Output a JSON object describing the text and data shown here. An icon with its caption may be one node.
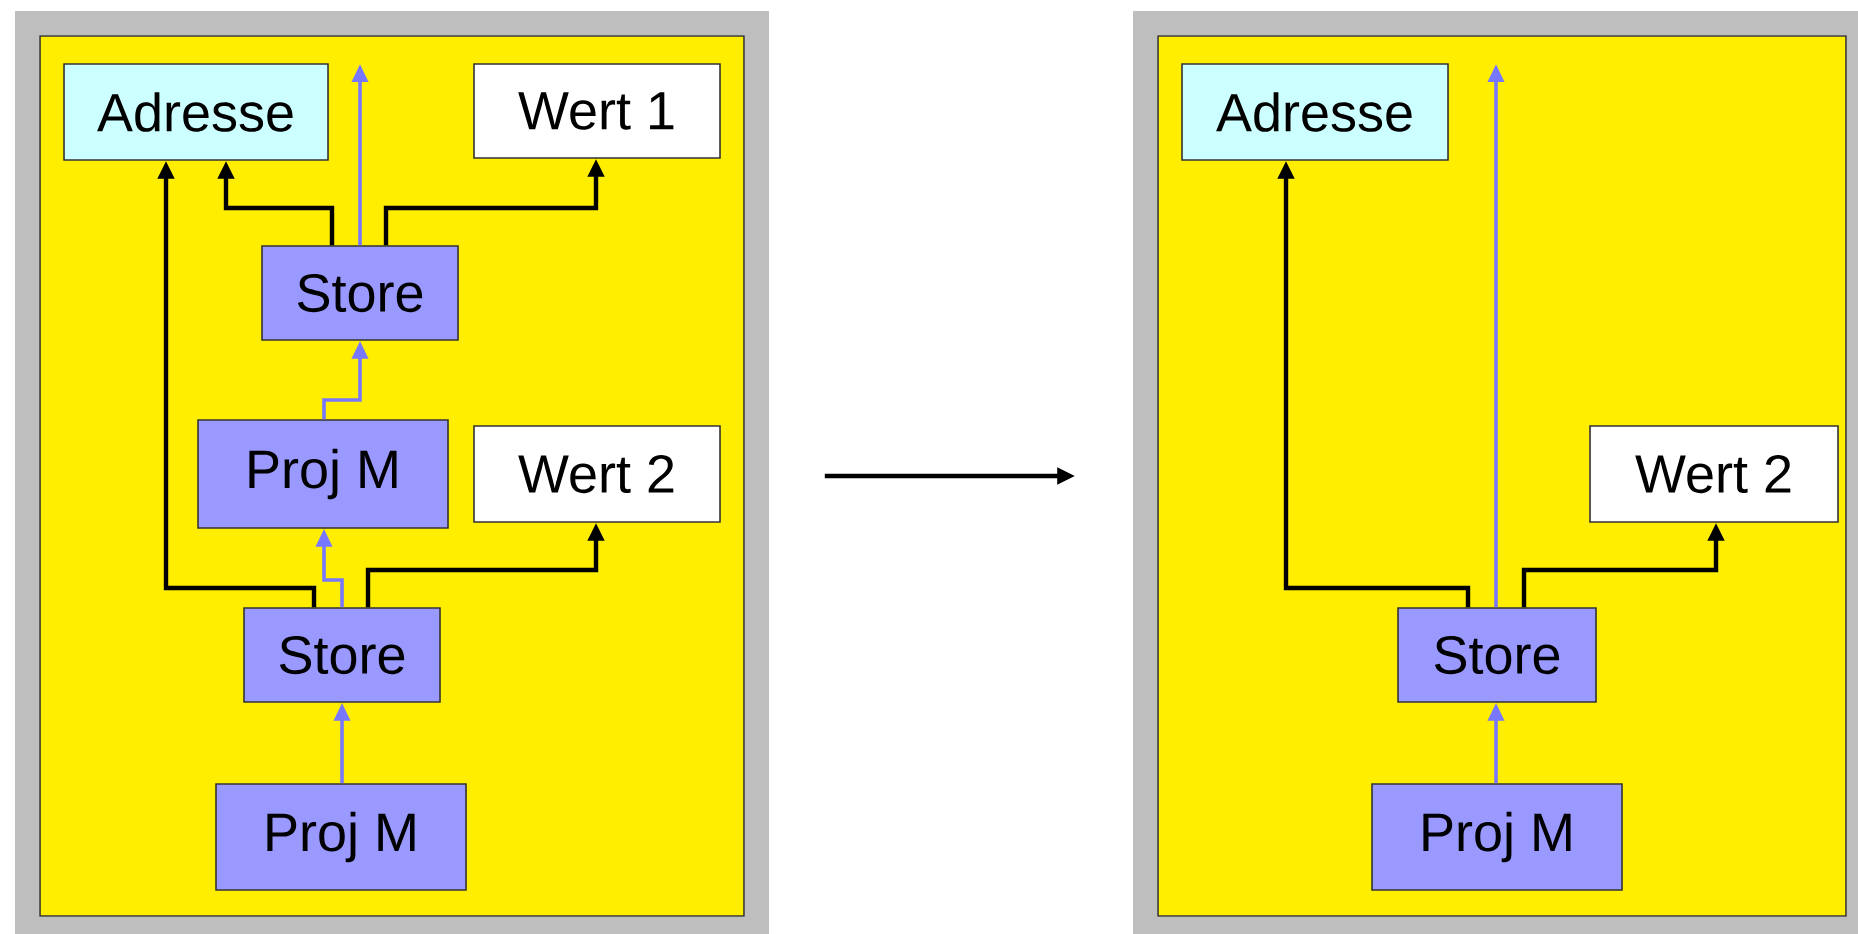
{
  "diagram": {
    "nodes": [
      {
        "text": [],
        "shape": "box"
      },
      {
        "text": [
          "Adresse"
        ],
        "in": 0
      },
      {
        "text": [
          "Wert 1"
        ],
        "in": 0
      },
      {
        "text": [
          "Store"
        ],
        "in": 0
      },
      {
        "text": [
          "Proj M"
        ],
        "in": 0
      },
      {
        "text": [
          "Wert 2"
        ],
        "in": 0
      },
      {
        "text": [
          "Store"
        ],
        "in": 0
      },
      {
        "text": [
          "Proj M"
        ],
        "in": 0
      },
      {
        "text": [],
        "shape": "box"
      },
      {
        "text": [
          "Adresse"
        ],
        "in": 8
      },
      {
        "text": [
          "Wert 2"
        ],
        "in": 8
      },
      {
        "text": [
          "Store"
        ],
        "in": 8
      },
      {
        "text": [
          "Proj M"
        ],
        "in": 8
      }
    ],
    "edges": [
      {
        "from": 0,
        "to": 8,
        "arrow": "to",
        "color": "#000000"
      },
      {
        "from": 3,
        "to": 1,
        "arrow": "to",
        "color": "#000000"
      },
      {
        "from": 3,
        "to": null,
        "arrow": "to",
        "color": "#7777ff"
      },
      {
        "from": 3,
        "to": 2,
        "arrow": "to",
        "color": "#000000"
      },
      {
        "from": 4,
        "to": 3,
        "arrow": "to",
        "color": "#7777ff"
      },
      {
        "from": 6,
        "to": 1,
        "arrow": "to",
        "color": "#000000"
      },
      {
        "from": 6,
        "to": 4,
        "arrow": "to",
        "color": "#7777ff"
      },
      {
        "from": 6,
        "to": 5,
        "arrow": "to",
        "color": "#000000"
      },
      {
        "from": 7,
        "to": 6,
        "arrow": "to",
        "color": "#7777ff"
      },
      {
        "from": 11,
        "to": 9,
        "arrow": "to",
        "color": "#000000"
      },
      {
        "from": 11,
        "to": null,
        "arrow": "to",
        "color": "#7777ff"
      },
      {
        "from": 11,
        "to": 10,
        "arrow": "to",
        "color": "#000000"
      },
      {
        "from": 12,
        "to": 11,
        "arrow": "to",
        "color": "#7777ff"
      }
    ]
  }
}
